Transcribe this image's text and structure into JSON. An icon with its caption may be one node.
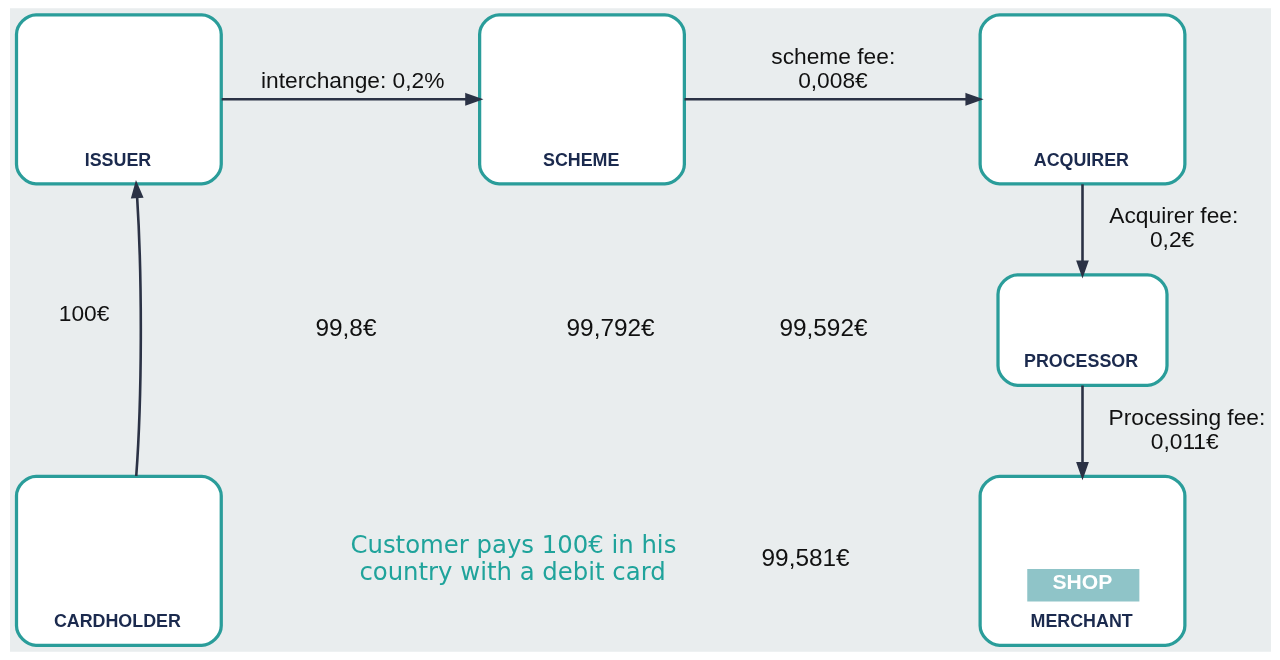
{
  "diagram": {
    "nodes": [
      {
        "text": [
          "ISSUER"
        ]
      },
      {
        "text": [
          "SCHEME"
        ]
      },
      {
        "text": [
          "ACQUIRER"
        ]
      },
      {
        "text": [
          "PROCESSOR"
        ]
      },
      {
        "text": [
          "CARDHOLDER"
        ]
      },
      {
        "text": [
          "SHOP",
          "MERCHANT"
        ]
      }
    ],
    "edges": [
      {
        "from": 0,
        "to": 1,
        "arrow": "to",
        "label": "interchange: 0,2%"
      },
      {
        "from": 1,
        "to": 2,
        "arrow": "to",
        "label": "scheme fee: 0,008€"
      },
      {
        "from": 2,
        "to": 3,
        "arrow": "to",
        "label": "Acquirer fee: 0,2€"
      },
      {
        "from": 4,
        "to": 0,
        "arrow": "to",
        "label": "100€"
      },
      {
        "from": 3,
        "to": 5,
        "arrow": "to",
        "label": "Processing fee: 0,011€"
      }
    ],
    "labels": [
      "99,8€",
      "99,792€",
      "99,592€",
      "99,581€",
      "Customer pays 100€ in his country with a debit card"
    ]
  }
}
